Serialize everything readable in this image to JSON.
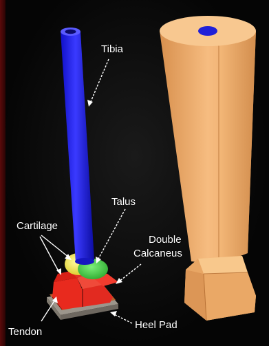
{
  "labels": {
    "tibia": "Tibia",
    "talus": "Talus",
    "cartilage": "Cartilage",
    "double_calcaneus_line1": "Double",
    "double_calcaneus_line2": "Calcaneus",
    "tendon": "Tendon",
    "heel_pad": "Heel Pad"
  },
  "colors": {
    "frame": "#5a0a0a",
    "background": "#000000",
    "tibia": "#2222ff",
    "cartilage": "#f2ea3a",
    "talus": "#39c93a",
    "calcaneus": "#ee2a20",
    "tendon": "#c45a2a",
    "heel_pad": "#b8b2a8",
    "soft_tissue": "#f2b070",
    "label_text": "#ffffff"
  }
}
